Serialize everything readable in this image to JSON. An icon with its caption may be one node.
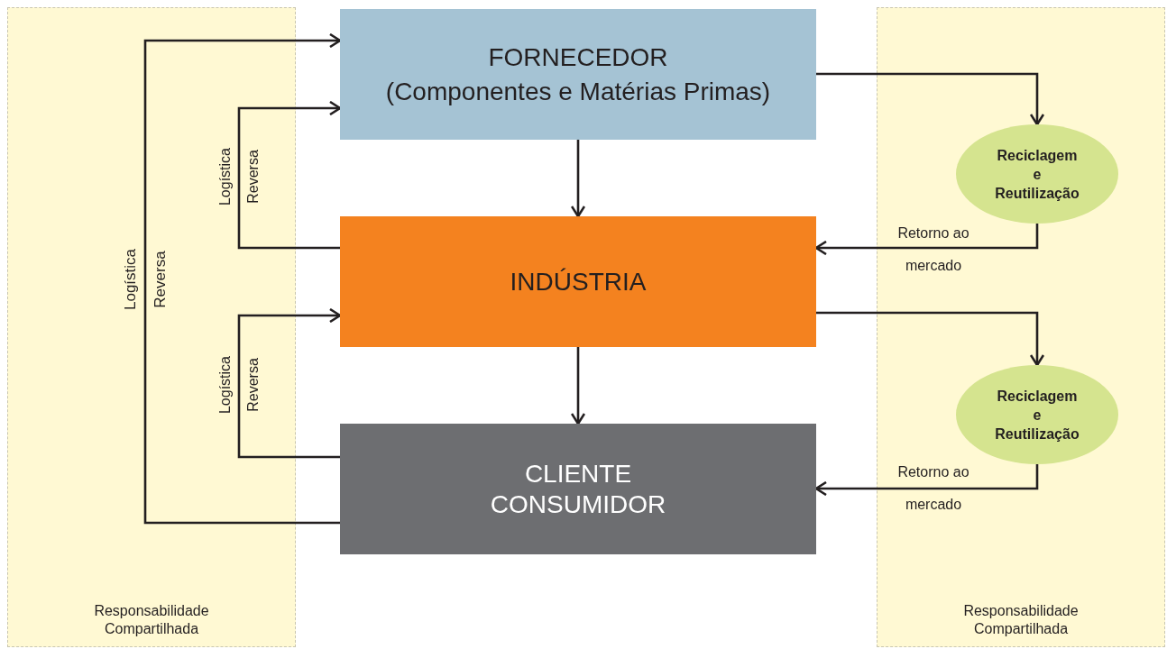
{
  "diagram": {
    "nodes": [
      {
        "text": [
          "FORNECEDOR",
          "(Componentes e Matérias Primas)"
        ]
      },
      {
        "text": [
          "INDÚSTRIA"
        ]
      },
      {
        "text": [
          "CLIENTE CONSUMIDOR"
        ]
      },
      {
        "text": [
          "Reciclagem e Reutilização"
        ]
      },
      {
        "text": [
          "Reciclagem e Reutilização"
        ]
      }
    ],
    "edges": [
      {
        "from": 0,
        "to": 1,
        "arrow": "to"
      },
      {
        "from": 1,
        "to": 2,
        "arrow": "to"
      },
      {
        "from": 2,
        "to": 0,
        "arrow": "to",
        "label": "Logística Reversa"
      },
      {
        "from": 1,
        "to": 0,
        "arrow": "to",
        "label": "Logística Reversa"
      },
      {
        "from": 2,
        "to": 1,
        "arrow": "to",
        "label": "Logística Reversa"
      },
      {
        "from": 0,
        "to": 3,
        "arrow": "to"
      },
      {
        "from": 3,
        "to": 1,
        "arrow": "to",
        "label": "Retorno ao mercado"
      },
      {
        "from": 1,
        "to": 4,
        "arrow": "to"
      },
      {
        "from": 4,
        "to": 2,
        "arrow": "to",
        "label": "Retorno ao mercado"
      }
    ],
    "labels": [
      "Responsabilidade Compartilhada",
      "Responsabilidade Compartilhada"
    ]
  }
}
